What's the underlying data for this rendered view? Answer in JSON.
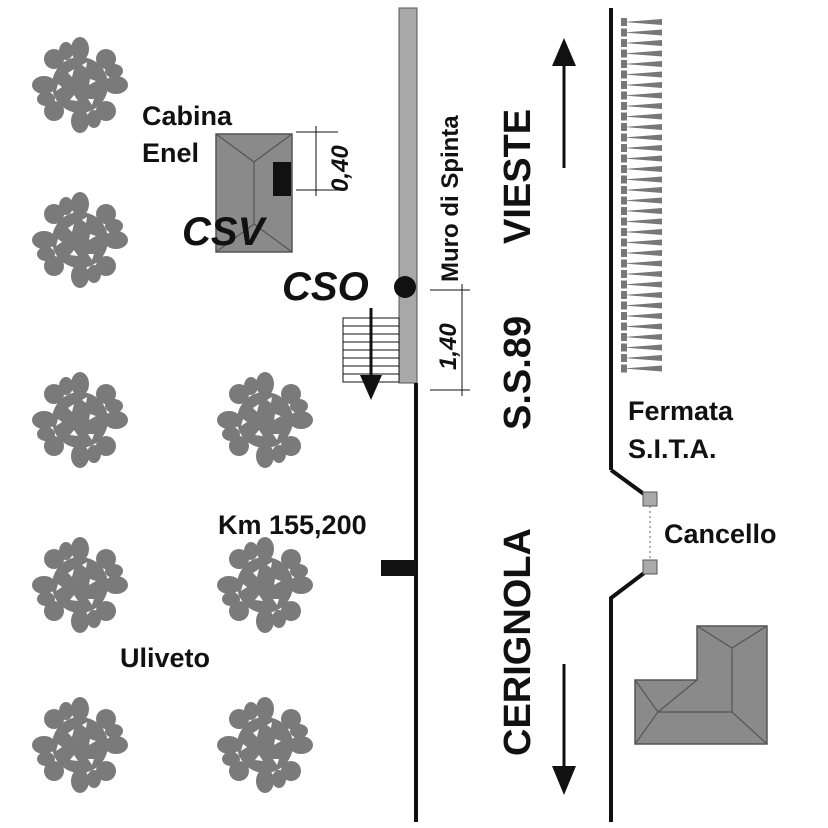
{
  "labels": {
    "cabina_line1": "Cabina",
    "cabina_line2": "Enel",
    "csv": "CSV",
    "cso": "CSO",
    "dim_040": "0,40",
    "dim_140": "1,40",
    "muro": "Muro di Spinta",
    "vieste": "VIESTE",
    "road": "S.S.89",
    "cerignola": "CERIGNOLA",
    "fermata_line1": "Fermata",
    "fermata_line2": "S.I.T.A.",
    "cancello": "Cancello",
    "km": "Km 155,200",
    "uliveto": "Uliveto"
  },
  "colors": {
    "building_fill": "#8a8a8a",
    "building_stroke": "#555555",
    "wall_fill": "#a8a8a8",
    "tree_fill": "#7a7a7a",
    "line": "#111111",
    "hedge": "#777777"
  },
  "icons": {
    "tree": "olive-tree-icon",
    "arrow_up": "arrow-up-icon",
    "arrow_down": "arrow-down-icon"
  }
}
